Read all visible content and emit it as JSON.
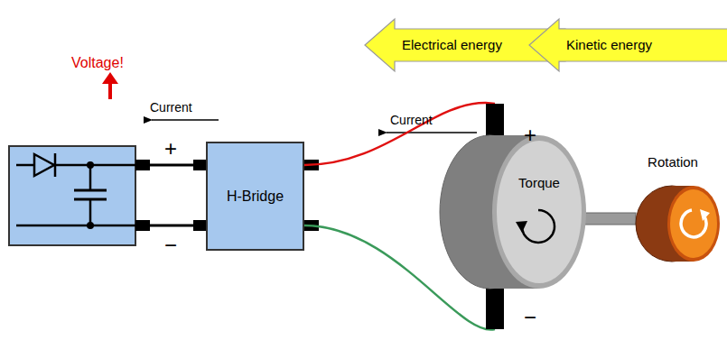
{
  "diagram": {
    "nodes": [
      {
        "text": [
          "Electrical energy"
        ]
      },
      {
        "text": [
          "Kinetic energy"
        ]
      },
      {
        "text": [
          "H-Bridge"
        ]
      },
      {
        "text": [
          "Torque"
        ]
      },
      {
        "text": [
          "Rotation"
        ]
      }
    ],
    "edges": [
      {
        "from": 2,
        "to": 3,
        "arrow": "none"
      },
      {
        "from": 2,
        "to": 3,
        "arrow": "none"
      }
    ],
    "labels": [
      "Voltage!",
      "Current",
      "+",
      "−",
      "Current",
      "+",
      "−"
    ]
  }
}
